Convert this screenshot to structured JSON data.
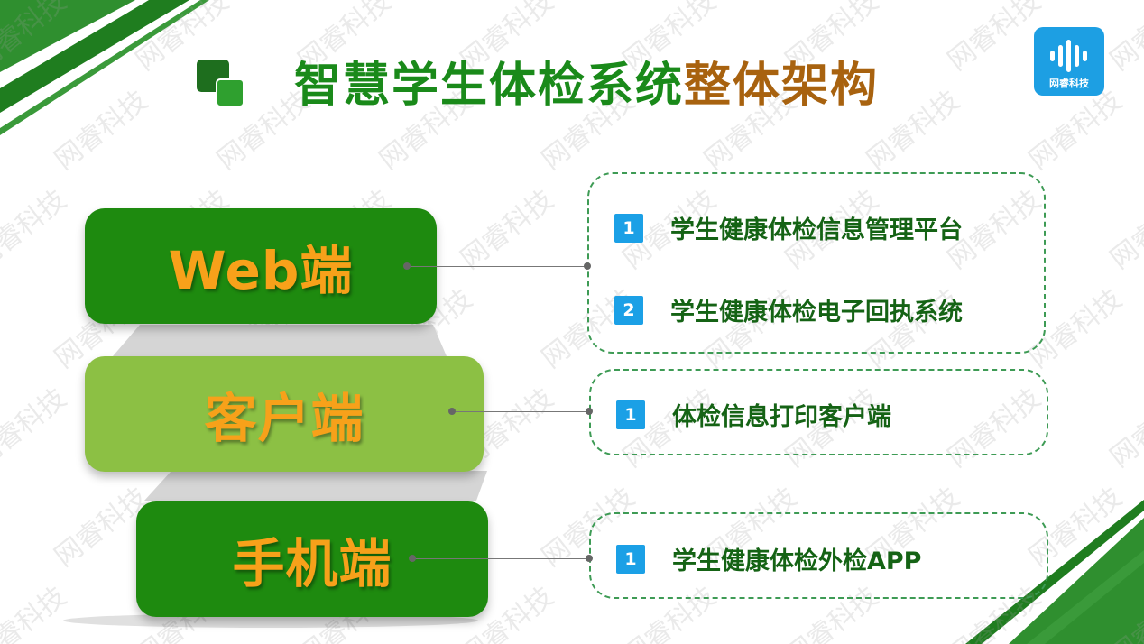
{
  "title": {
    "part1": "智慧学生体检系统",
    "part2": "整体架构"
  },
  "logo": {
    "text": "网睿科技"
  },
  "watermark": "网睿科技",
  "blocks": [
    {
      "label": "Web端"
    },
    {
      "label": "客户端"
    },
    {
      "label": "手机端"
    }
  ],
  "groups": [
    {
      "items": [
        {
          "num": "1",
          "text": "学生健康体检信息管理平台"
        },
        {
          "num": "2",
          "text": "学生健康体检电子回执系统"
        }
      ]
    },
    {
      "items": [
        {
          "num": "1",
          "text": "体检信息打印客户端"
        }
      ]
    },
    {
      "items": [
        {
          "num": "1",
          "text": "学生健康体检外检APP"
        }
      ]
    }
  ],
  "colors": {
    "dark_green": "#1e8a0f",
    "light_green": "#8cc044",
    "label_orange": "#f7a11a",
    "title_green": "#1a8a1a",
    "title_brown": "#a8620f",
    "badge_blue": "#1ba0e6"
  }
}
